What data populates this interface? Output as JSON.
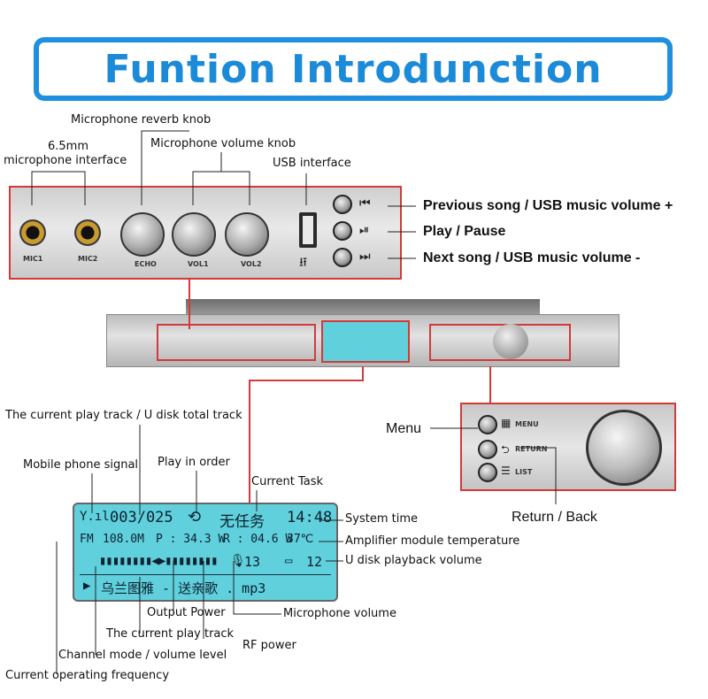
{
  "title": "Funtion Introdunction",
  "colors": {
    "accent": "#1e90e0",
    "highlight": "#d23a3a",
    "lcd": "#5fd0dc"
  },
  "top_labels": {
    "reverb_knob": "Microphone reverb knob",
    "mic_interface_line1": "6.5mm",
    "mic_interface_line2": "microphone interface",
    "volume_knob": "Microphone volume knob",
    "usb_interface": "USB interface"
  },
  "panel_top": {
    "mic1": "MIC1",
    "mic2": "MIC2",
    "echo": "ECHO",
    "vol1": "VOL1",
    "vol2": "VOL2",
    "icons": {
      "prev": "previous-icon",
      "play": "play-pause-icon",
      "next": "next-icon",
      "usb": "usb-icon"
    }
  },
  "right_labels": {
    "prev": "Previous song / USB music volume +",
    "play": "Play / Pause",
    "next": "Next song / USB music volume -"
  },
  "menu_panel": {
    "menu": "MENU",
    "return": "RETURN",
    "list": "LIST"
  },
  "menu_labels": {
    "menu": "Menu",
    "return": "Return / Back"
  },
  "lcd": {
    "track": "003/025",
    "task": "无任务",
    "time": "14:48",
    "fm": "FM",
    "freq": "108.0M",
    "power": "P : 34.3 W",
    "rf": "R : 04.6 W",
    "temp": "37℃",
    "mic_vol": "13",
    "usb_vol": "12",
    "song": "乌兰图雅 - 送亲歌 . mp3"
  },
  "lcd_labels": {
    "track_total": "The current play track / U disk total track",
    "signal": "Mobile phone signal",
    "order": "Play in order",
    "task": "Current Task",
    "time": "System time",
    "temp": "Amplifier module temperature",
    "usb_vol": "U disk playback volume",
    "output_power": "Output Power",
    "mic_vol": "Microphone volume",
    "current_track": "The current play track",
    "rf_power": "RF power",
    "channel": "Channel mode / volume level",
    "frequency": "Current operating frequency"
  }
}
